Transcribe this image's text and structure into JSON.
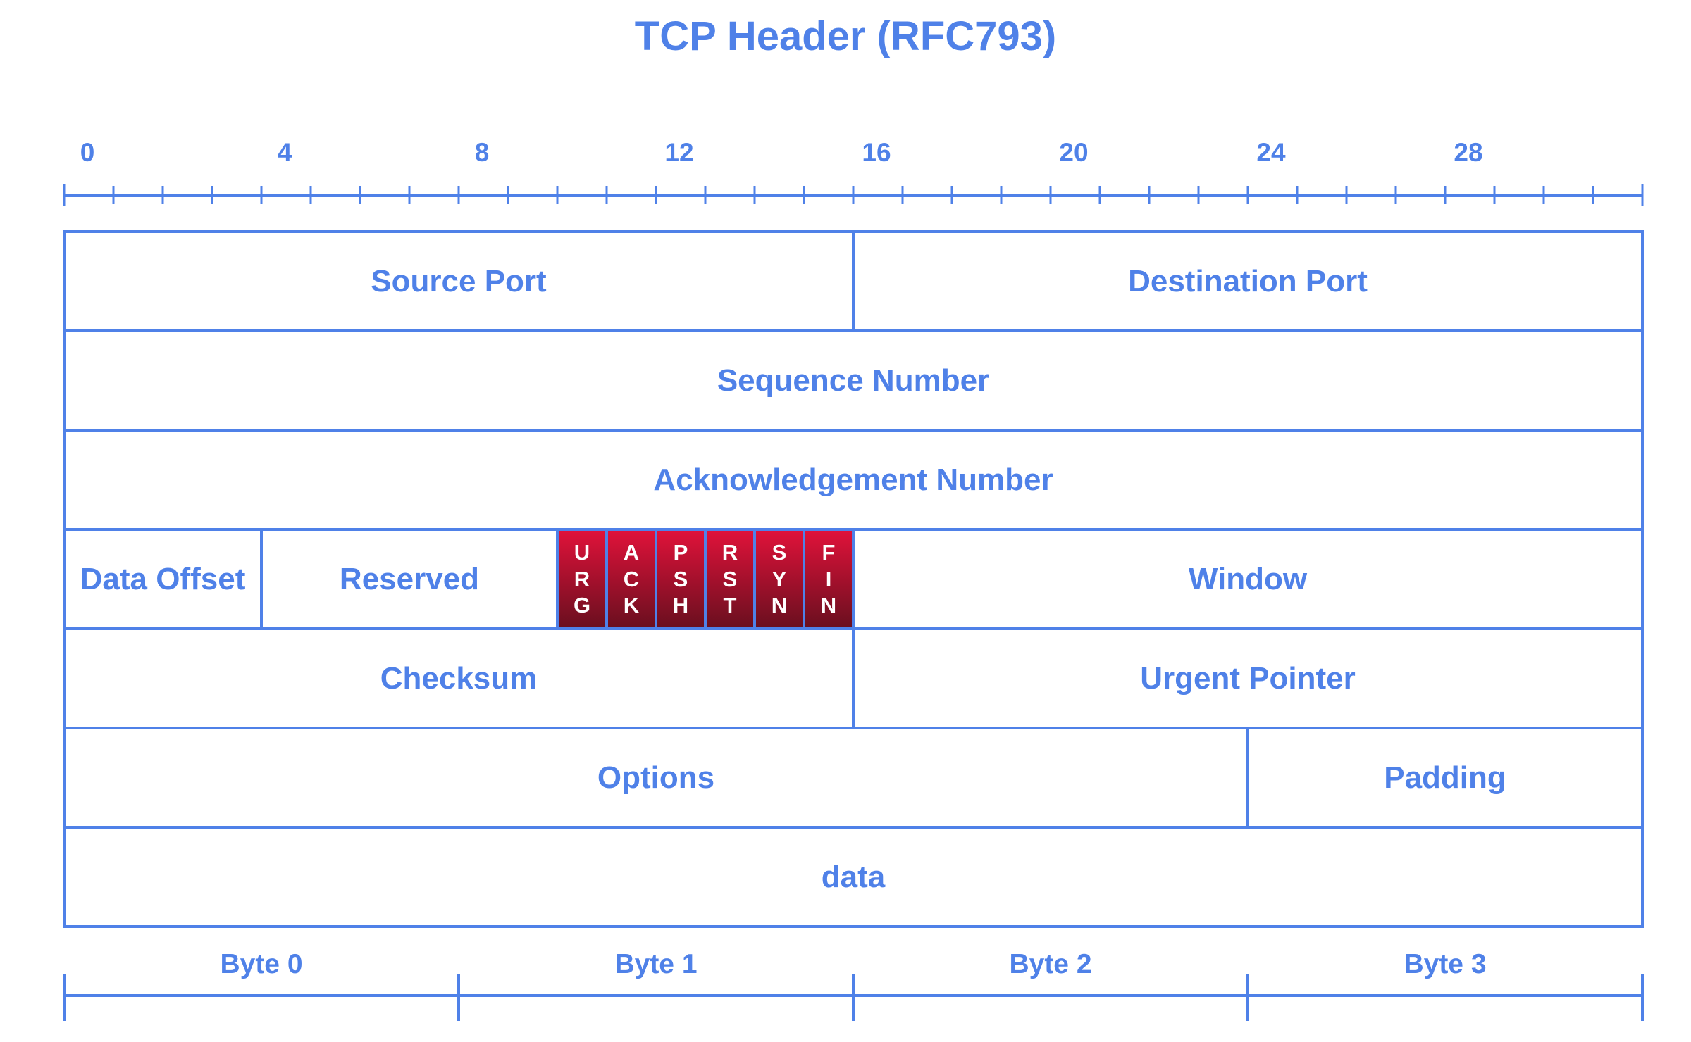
{
  "title": "TCP Header (RFC793)",
  "colors": {
    "line": "#4f81e8",
    "text": "#4f81e8",
    "flag_fill_top": "#e0123a",
    "flag_fill_bottom": "#6a0f1f",
    "flag_text": "#ffffff"
  },
  "bit_ruler": {
    "labels": [
      "0",
      "4",
      "8",
      "12",
      "16",
      "20",
      "24",
      "28"
    ]
  },
  "rows": [
    {
      "fields": [
        {
          "label": "Source Port",
          "bits": 16
        },
        {
          "label": "Destination Port",
          "bits": 16
        }
      ]
    },
    {
      "fields": [
        {
          "label": "Sequence Number",
          "bits": 32
        }
      ]
    },
    {
      "fields": [
        {
          "label": "Acknowledgement Number",
          "bits": 32
        }
      ]
    },
    {
      "fields": [
        {
          "label": "Data Offset",
          "bits": 4
        },
        {
          "label": "Reserved",
          "bits": 6
        },
        {
          "label": "URG",
          "bits": 1,
          "flag": true
        },
        {
          "label": "ACK",
          "bits": 1,
          "flag": true
        },
        {
          "label": "PSH",
          "bits": 1,
          "flag": true
        },
        {
          "label": "RST",
          "bits": 1,
          "flag": true
        },
        {
          "label": "SYN",
          "bits": 1,
          "flag": true
        },
        {
          "label": "FIN",
          "bits": 1,
          "flag": true
        },
        {
          "label": "Window",
          "bits": 16
        }
      ]
    },
    {
      "fields": [
        {
          "label": "Checksum",
          "bits": 16
        },
        {
          "label": "Urgent Pointer",
          "bits": 16
        }
      ]
    },
    {
      "fields": [
        {
          "label": "Options",
          "bits": 24
        },
        {
          "label": "Padding",
          "bits": 8
        }
      ]
    },
    {
      "fields": [
        {
          "label": "data",
          "bits": 32
        }
      ]
    }
  ],
  "bytes": [
    "Byte 0",
    "Byte 1",
    "Byte 2",
    "Byte 3"
  ]
}
